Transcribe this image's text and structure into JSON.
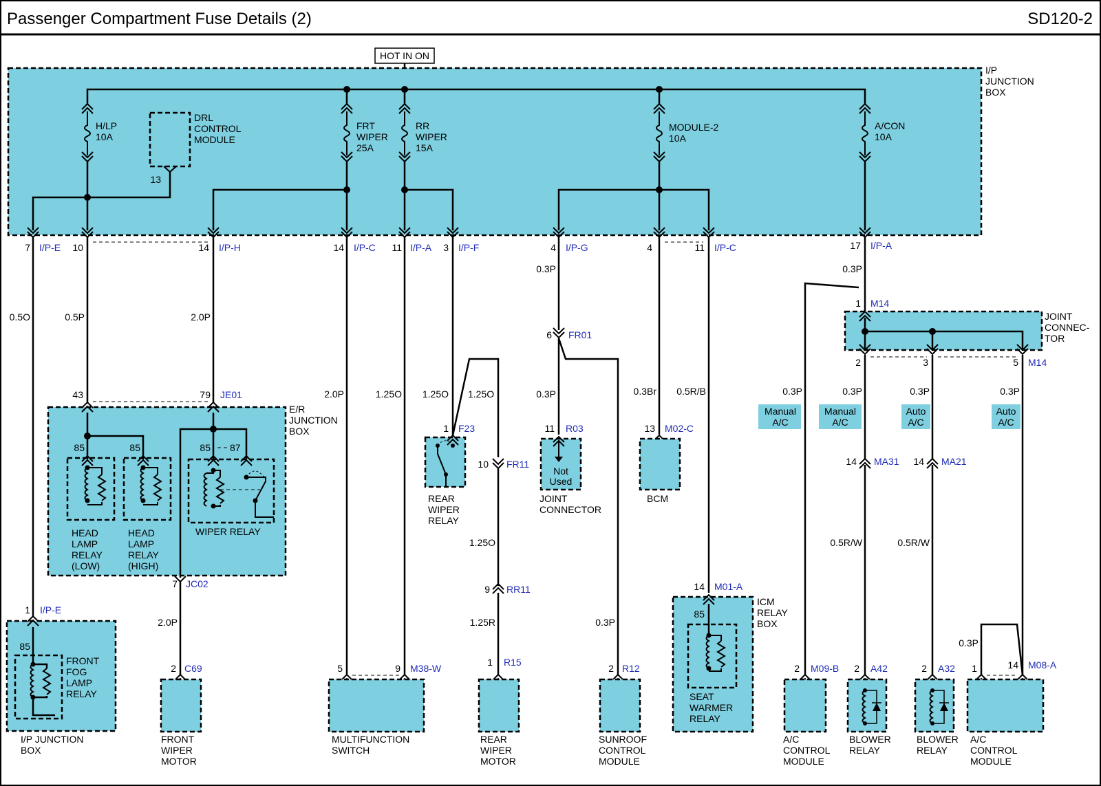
{
  "header": {
    "title": "Passenger Compartment Fuse Details (2)",
    "code": "SD120-2"
  },
  "power": {
    "label": "HOT IN ON"
  },
  "ipjb": {
    "l1": "I/P",
    "l2": "JUNCTION",
    "l3": "BOX"
  },
  "fuses": {
    "hlp": {
      "name": "H/LP",
      "rating": "10A"
    },
    "frt": {
      "l1": "FRT",
      "l2": "WIPER",
      "rating": "25A"
    },
    "rr": {
      "l1": "RR",
      "l2": "WIPER",
      "rating": "15A"
    },
    "mod": {
      "name": "MODULE-2",
      "rating": "10A"
    },
    "acon": {
      "name": "A/CON",
      "rating": "10A"
    }
  },
  "drl": {
    "l1": "DRL",
    "l2": "CONTROL",
    "l3": "MODULE",
    "pin": "13"
  },
  "pins": {
    "p7": "7",
    "c_ipe": "I/P-E",
    "p10": "10",
    "p14h": "14",
    "c_iph": "I/P-H",
    "p14c": "14",
    "c_ipc": "I/P-C",
    "p11a": "11",
    "c_ipa": "I/P-A",
    "p3": "3",
    "c_ipf": "I/P-F",
    "p4g": "4",
    "c_ipg": "I/P-G",
    "p4": "4",
    "p11c": "11",
    "c_ipc2": "I/P-C",
    "p17": "17",
    "c_ipa2": "I/P-A"
  },
  "wires": {
    "w1": "0.5O",
    "w2": "0.5P",
    "w3": "2.0P",
    "w4": "2.0P",
    "w5": "1.25O",
    "w6": "1.25O",
    "w7": "1.25O",
    "w8": "0.3P",
    "w9": "0.3P",
    "w10": "0.3Br",
    "w11": "0.5R/B",
    "w12": "0.3P",
    "w13": "0.3P",
    "w14": "0.3P",
    "w15": "0.3P",
    "w16": "0.3P",
    "w17": "1.25O",
    "w18": "1.25R",
    "w19": "2.0P",
    "w20": "0.3P",
    "w21": "0.5R/W",
    "w22": "0.5R/W",
    "w23": "0.3P"
  },
  "erjb": {
    "l1": "E/R",
    "l2": "JUNCTION",
    "l3": "BOX",
    "p43": "43",
    "p79": "79",
    "conn": "JE01",
    "p85a": "85",
    "p85b": "85",
    "p85c": "85",
    "p87": "87",
    "hl_low": [
      "HEAD",
      "LAMP",
      "RELAY",
      "(LOW)"
    ],
    "hl_high": [
      "HEAD",
      "LAMP",
      "RELAY",
      "(HIGH)"
    ],
    "wiper_relay": "WIPER RELAY",
    "p7": "7",
    "jc02": "JC02"
  },
  "fog": {
    "pin": "1",
    "conn": "I/P-E",
    "p85": "85",
    "name": [
      "FRONT",
      "FOG",
      "LAMP",
      "RELAY"
    ],
    "box": [
      "I/P JUNCTION",
      "BOX"
    ]
  },
  "fwm": {
    "pin": "2",
    "conn": "C69",
    "name": [
      "FRONT",
      "WIPER",
      "MOTOR"
    ]
  },
  "mfs": {
    "p5": "5",
    "p9": "9",
    "conn": "M38-W",
    "name": [
      "MULTIFUNCTION",
      "SWITCH"
    ]
  },
  "rwr": {
    "pin": "1",
    "conn": "F23",
    "name": [
      "REAR",
      "WIPER",
      "RELAY"
    ]
  },
  "fr11": {
    "pin": "10",
    "conn": "FR11"
  },
  "rr11": {
    "pin": "9",
    "conn": "RR11"
  },
  "rwm": {
    "pin": "1",
    "conn": "R15",
    "name": [
      "REAR",
      "WIPER",
      "MOTOR"
    ]
  },
  "fr01": {
    "pin": "6",
    "conn": "FR01"
  },
  "jc": {
    "pin": "11",
    "conn": "R03",
    "nu1": "Not",
    "nu2": "Used",
    "name": [
      "JOINT",
      "CONNECTOR"
    ]
  },
  "bcm": {
    "pin": "13",
    "conn": "M02-C",
    "name": "BCM"
  },
  "sunroof": {
    "pin": "2",
    "conn": "R12",
    "name": [
      "SUNROOF",
      "CONTROL",
      "MODULE"
    ]
  },
  "icm": {
    "pin": "14",
    "conn": "M01-A",
    "p85": "85",
    "box": [
      "ICM",
      "RELAY",
      "BOX"
    ],
    "name": [
      "SEAT",
      "WARMER",
      "RELAY"
    ]
  },
  "jointconn": {
    "p1": "1",
    "c1": "M14",
    "p2": "2",
    "p3": "3",
    "p5": "5",
    "c5": "M14",
    "name": [
      "JOINT",
      "CONNEC-",
      "TOR"
    ]
  },
  "tags": {
    "t1": [
      "Manual",
      "A/C"
    ],
    "t2": [
      "Manual",
      "A/C"
    ],
    "t3": [
      "Auto",
      "A/C"
    ],
    "t4": [
      "Auto",
      "A/C"
    ]
  },
  "ma31": {
    "pin": "14",
    "conn": "MA31"
  },
  "ma21": {
    "pin": "14",
    "conn": "MA21"
  },
  "acm1": {
    "pin": "2",
    "conn": "M09-B",
    "name": [
      "A/C",
      "CONTROL",
      "MODULE"
    ]
  },
  "br1": {
    "pin": "2",
    "conn": "A42",
    "name": [
      "BLOWER",
      "RELAY"
    ]
  },
  "br2": {
    "pin": "2",
    "conn": "A32",
    "name": [
      "BLOWER",
      "RELAY"
    ]
  },
  "acm2": {
    "p1": "1",
    "p14": "14",
    "conn": "M08-A",
    "name": [
      "A/C",
      "CONTROL",
      "MODULE"
    ]
  }
}
